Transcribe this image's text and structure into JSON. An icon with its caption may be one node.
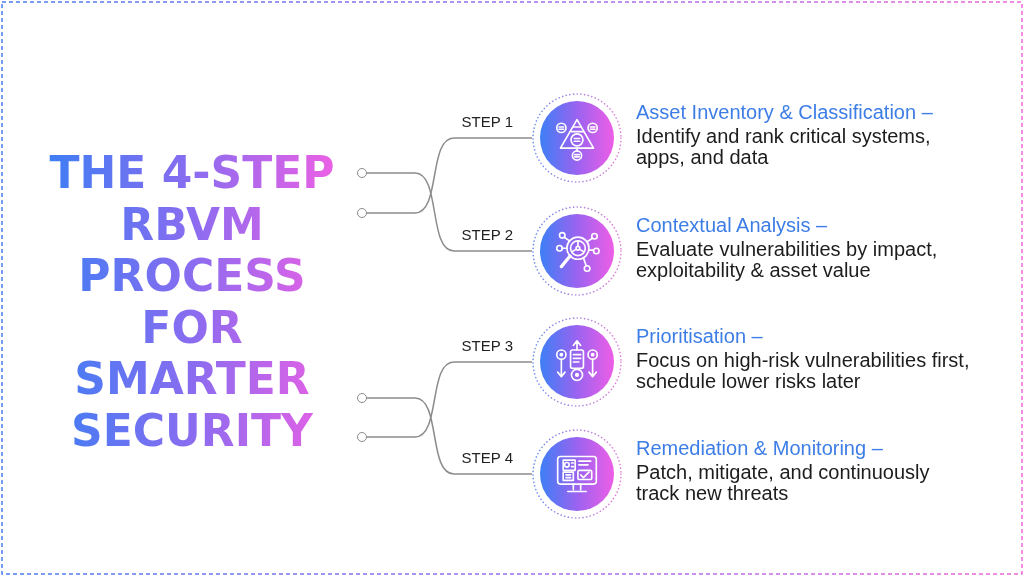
{
  "diagram": {
    "title": "THE 4-STEP RBVM PROCESS FOR SMARTER SECURITY",
    "nodes": [
      {
        "text": [],
        "shape": "circle"
      },
      {
        "text": [],
        "shape": "circle"
      },
      {
        "text": [],
        "shape": "circle",
        "beside": [
          "Asset Inventory & Classification –",
          "Identify and rank critical systems, apps, and data"
        ]
      },
      {
        "text": [],
        "shape": "circle",
        "beside": [
          "Contextual Analysis –",
          "Evaluate vulnerabilities by impact, exploitability & asset value"
        ]
      },
      {
        "text": [],
        "shape": "circle"
      },
      {
        "text": [],
        "shape": "circle"
      },
      {
        "text": [],
        "shape": "circle",
        "beside": [
          "Prioritisation –",
          "Focus on high-risk vulnerabilities first, schedule lower risks later"
        ]
      },
      {
        "text": [],
        "shape": "circle",
        "beside": [
          "Remediation & Monitoring –",
          "Patch, mitigate, and continuously track new threats"
        ]
      }
    ],
    "edges": [
      {
        "from": 1,
        "to": 2,
        "arrow": "none",
        "label": "STEP 1"
      },
      {
        "from": 0,
        "to": 3,
        "arrow": "none",
        "label": "STEP 2"
      },
      {
        "from": 5,
        "to": 6,
        "arrow": "none",
        "label": "STEP 3"
      },
      {
        "from": 4,
        "to": 7,
        "arrow": "none",
        "label": "STEP 4"
      }
    ]
  }
}
